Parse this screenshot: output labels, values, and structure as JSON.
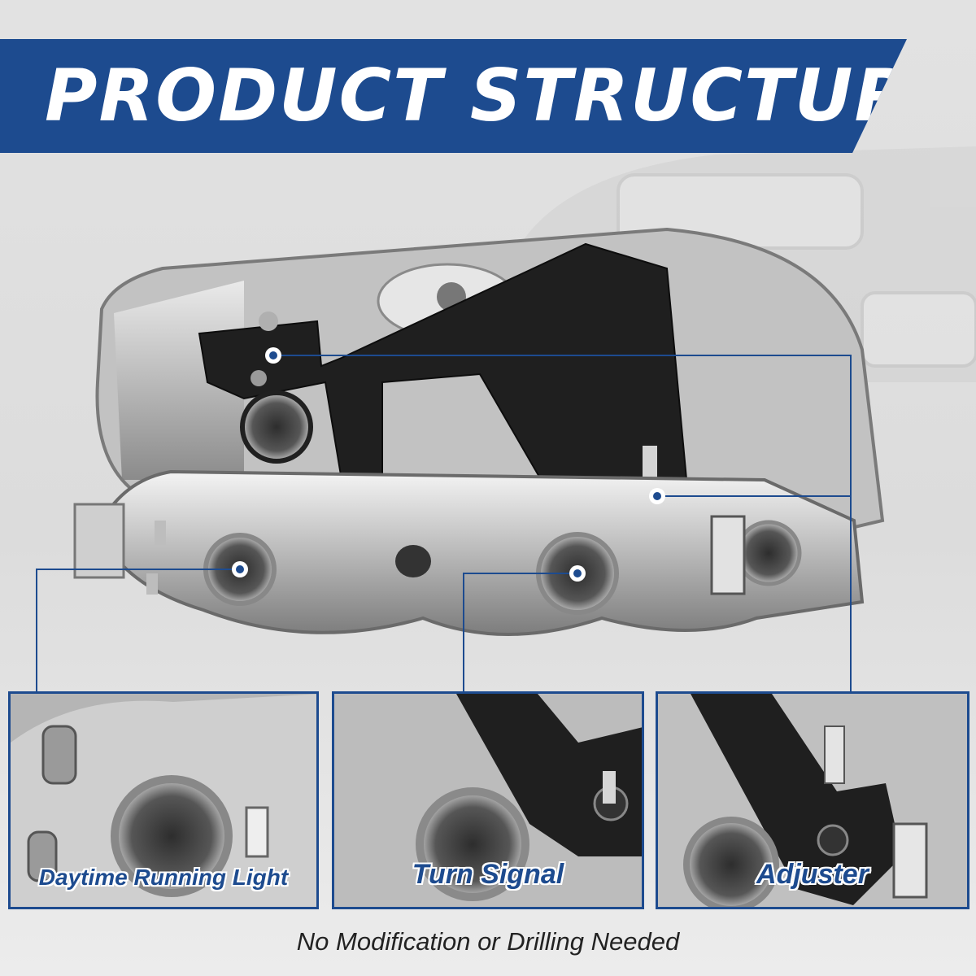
{
  "banner": {
    "title": "PRODUCT STRUCTURE"
  },
  "callouts": [
    {
      "name": "daytime-running-light",
      "label": "Daytime Running Light"
    },
    {
      "name": "turn-signal",
      "label": "Turn Signal"
    },
    {
      "name": "adjuster",
      "label": "Adjuster"
    }
  ],
  "footer": {
    "text": "No Modification or Drilling Needed"
  },
  "colors": {
    "accent": "#1d4b8f",
    "background": "#e2e2e2",
    "label_outline": "#ffffff"
  }
}
